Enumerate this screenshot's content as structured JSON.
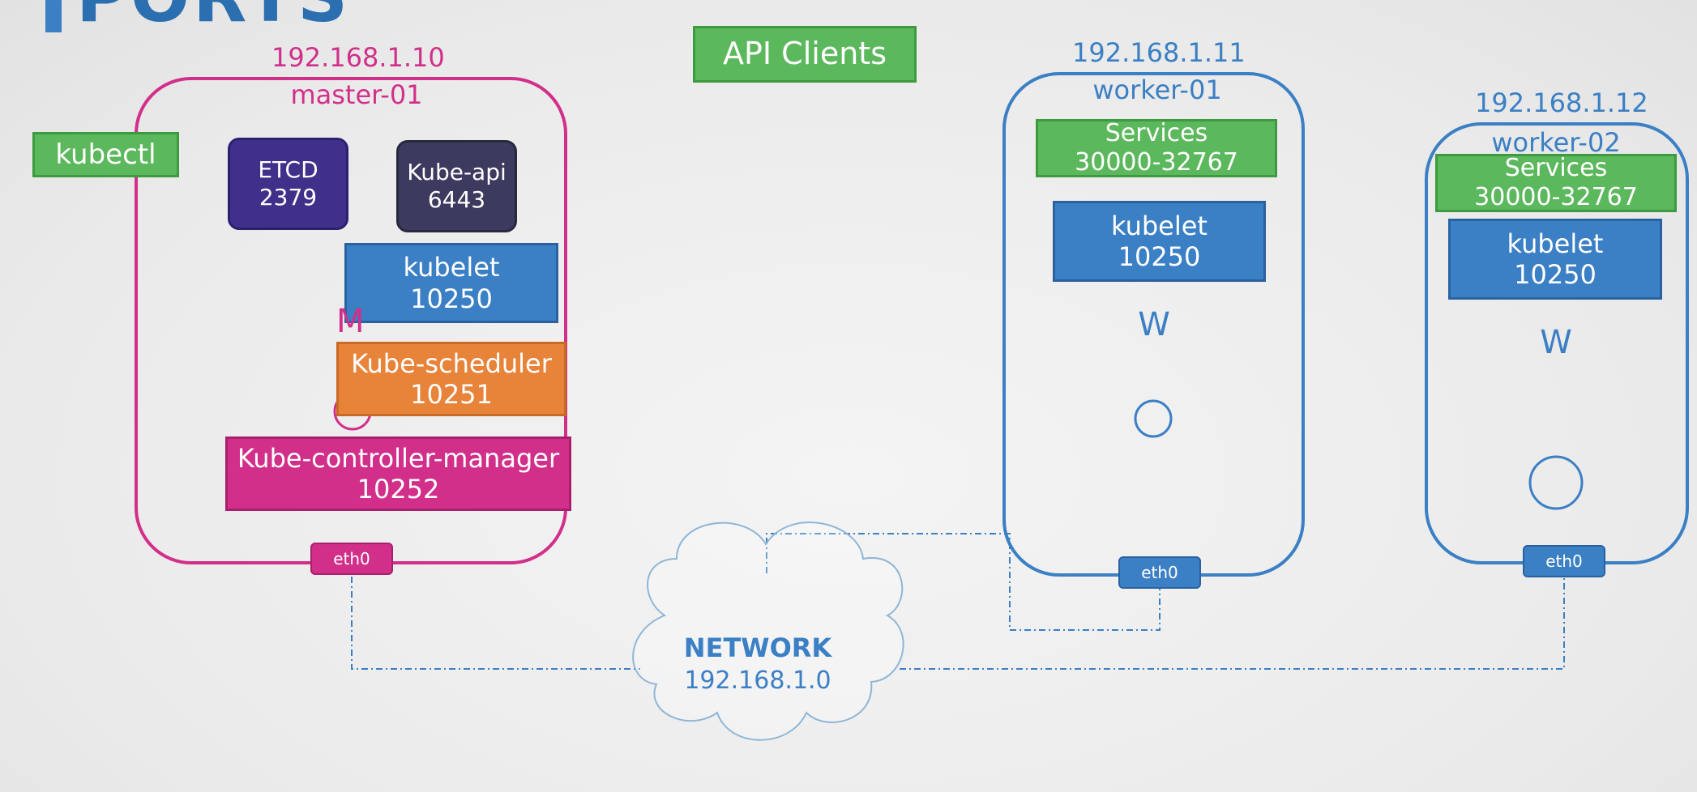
{
  "heading": {
    "title": "PORTS"
  },
  "api_clients": {
    "label": "API Clients"
  },
  "kubectl": {
    "label": "kubectl"
  },
  "master": {
    "ip": "192.168.1.10",
    "name": "master-01",
    "etcd": {
      "name": "ETCD",
      "port": "2379"
    },
    "kube_api": {
      "name": "Kube-api",
      "port": "6443"
    },
    "kubelet": {
      "name": "kubelet",
      "port": "10250"
    },
    "partial_letter": "M",
    "kube_scheduler": {
      "name": "Kube-scheduler",
      "port": "10251"
    },
    "kube_controller_manager": {
      "name": "Kube-controller-manager",
      "port": "10252"
    },
    "eth": "eth0"
  },
  "worker1": {
    "ip": "192.168.1.11",
    "name": "worker-01",
    "services": {
      "name": "Services",
      "port": "30000-32767"
    },
    "kubelet": {
      "name": "kubelet",
      "port": "10250"
    },
    "letter": "W",
    "eth": "eth0"
  },
  "worker2": {
    "ip": "192.168.1.12",
    "name": "worker-02",
    "services": {
      "name": "Services",
      "port": "30000-32767"
    },
    "kubelet": {
      "name": "kubelet",
      "port": "10250"
    },
    "letter": "W",
    "eth": "eth0"
  },
  "network": {
    "name": "NETWORK",
    "cidr": "192.168.1.0"
  },
  "colors": {
    "master": "#d22f8a",
    "worker": "#3b7fc4",
    "green": "#5cb85c",
    "orange": "#e8833a",
    "cloud_stroke": "#8fb6d6",
    "title": "#2b6fb0"
  }
}
